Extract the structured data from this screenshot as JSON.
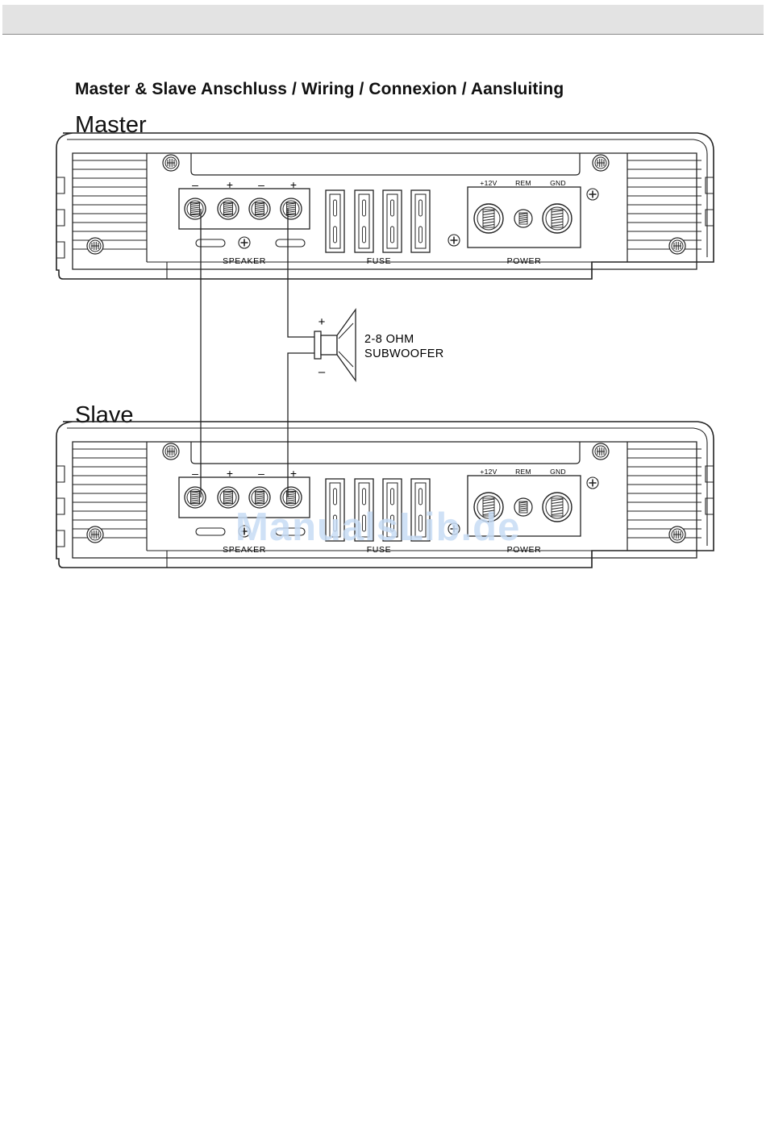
{
  "page": {
    "heading": "Master & Slave Anschluss / Wiring / Connexion / Aansluiting"
  },
  "units": [
    {
      "label": "Master",
      "speaker_terminal_signs": [
        "–",
        "+",
        "–",
        "+"
      ],
      "speaker_section_label": "SPEAKER",
      "fuse_section_label": "FUSE",
      "power_terminal_labels": [
        "+12V",
        "REM",
        "GND"
      ],
      "power_section_label": "POWER"
    },
    {
      "label": "Slave",
      "speaker_terminal_signs": [
        "–",
        "+",
        "–",
        "+"
      ],
      "speaker_section_label": "SPEAKER",
      "fuse_section_label": "FUSE",
      "power_terminal_labels": [
        "+12V",
        "REM",
        "GND"
      ],
      "power_section_label": "POWER"
    }
  ],
  "subwoofer": {
    "plus_sign": "+",
    "minus_sign": "–",
    "impedance_label": "2-8 OHM",
    "type_label": "SUBWOOFER"
  },
  "watermark": "ManualsLib.de",
  "colors": {
    "line": "#222222",
    "header_bar": "#e3e3e3",
    "watermark": "#c7dcf5"
  }
}
